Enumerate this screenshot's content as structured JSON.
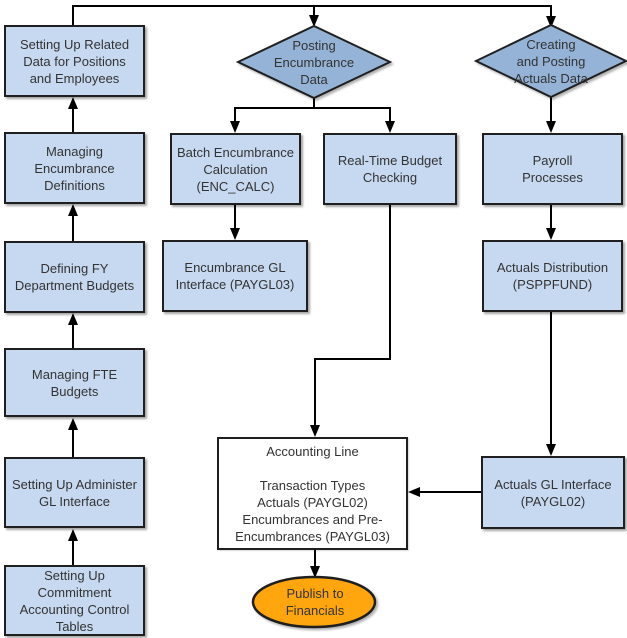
{
  "colors": {
    "process_box_fill": "#C6D9F1",
    "decision_diamond_fill": "#95B3D7",
    "terminator_fill": "#FFA60F",
    "border": "#1f1f1f",
    "connector": "#000000",
    "text": "#333333",
    "accounting_box_fill": "#ffffff"
  },
  "nodes": {
    "setup_related": {
      "label": "Setting Up Related\nData for Positions\nand Employees"
    },
    "managing_enc_defs": {
      "label": "Managing\nEncumbrance\nDefinitions"
    },
    "defining_fy": {
      "label": "Defining FY\nDepartment Budgets"
    },
    "managing_fte": {
      "label": "Managing FTE\nBudgets"
    },
    "setup_admin_gl": {
      "label": "Setting Up Administer\nGL Interface"
    },
    "setup_commitment": {
      "label": "Setting Up\nCommitment\nAccounting Control\nTables"
    },
    "posting_enc": {
      "label": "Posting\nEncumbrance\nData"
    },
    "creating_actuals": {
      "label": "Creating\nand Posting\nActuals Data"
    },
    "batch_enc": {
      "label": "Batch Encumbrance\nCalculation\n(ENC_CALC)"
    },
    "realtime_budget": {
      "label": "Real-Time Budget\nChecking"
    },
    "enc_gl": {
      "label": "Encumbrance GL\nInterface (PAYGL03)"
    },
    "payroll": {
      "label": "Payroll\nProcesses"
    },
    "actuals_dist": {
      "label": "Actuals Distribution\n(PSPPFUND)"
    },
    "actuals_gl": {
      "label": "Actuals GL Interface\n(PAYGL02)"
    },
    "accounting_line": {
      "label": "Accounting Line\n\nTransaction Types\nActuals (PAYGL02)\nEncumbrances and Pre-\nEncumbrances (PAYGL03)"
    },
    "publish": {
      "label": "Publish to\nFinancials"
    }
  },
  "edges": [
    {
      "from": "setup_commitment",
      "to": "setup_admin_gl"
    },
    {
      "from": "setup_admin_gl",
      "to": "managing_fte"
    },
    {
      "from": "managing_fte",
      "to": "defining_fy"
    },
    {
      "from": "defining_fy",
      "to": "managing_enc_defs"
    },
    {
      "from": "managing_enc_defs",
      "to": "setup_related"
    },
    {
      "from": "setup_related",
      "to": "posting_enc"
    },
    {
      "from": "setup_related",
      "to": "creating_actuals"
    },
    {
      "from": "posting_enc",
      "to": "batch_enc"
    },
    {
      "from": "posting_enc",
      "to": "realtime_budget"
    },
    {
      "from": "batch_enc",
      "to": "enc_gl"
    },
    {
      "from": "realtime_budget",
      "to": "accounting_line"
    },
    {
      "from": "creating_actuals",
      "to": "payroll"
    },
    {
      "from": "payroll",
      "to": "actuals_dist"
    },
    {
      "from": "actuals_dist",
      "to": "actuals_gl"
    },
    {
      "from": "actuals_gl",
      "to": "accounting_line"
    },
    {
      "from": "accounting_line",
      "to": "publish"
    }
  ]
}
